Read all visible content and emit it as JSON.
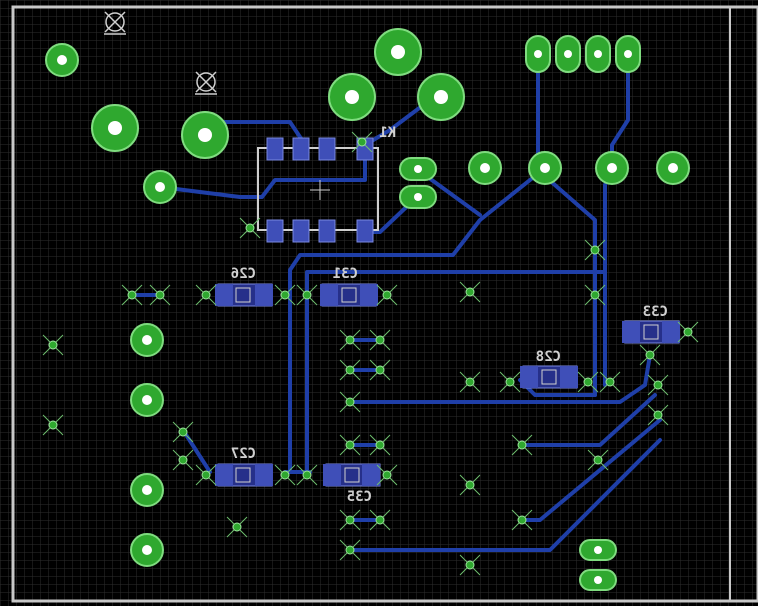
{
  "view": {
    "background": "#000000",
    "grid_color": "#3a3a3a",
    "outline_color": "#c8c8c8"
  },
  "colors": {
    "pad_fill": "#2fa82f",
    "pad_ring": "#7fdc7f",
    "pad_hole": "#ffffff",
    "trace": "#1f3fa8",
    "smd_pad": "#3f4fb8",
    "via": "#7fdc7f",
    "silk": "#d0d0d0"
  },
  "parts": [
    {
      "ref": "K1",
      "type": "relay"
    },
    {
      "ref": "C26",
      "type": "capacitor-smd"
    },
    {
      "ref": "C31",
      "type": "capacitor-smd"
    },
    {
      "ref": "C27",
      "type": "capacitor-smd"
    },
    {
      "ref": "C35",
      "type": "capacitor-smd"
    },
    {
      "ref": "C28",
      "type": "capacitor-smd"
    },
    {
      "ref": "C33",
      "type": "capacitor-smd"
    }
  ],
  "labels": {
    "k1": "K1",
    "c26": "C26",
    "c31": "C31",
    "c27": "C27",
    "c35": "C35",
    "c28": "C28",
    "c33": "C33"
  },
  "icons": {
    "fiducial": "crosshair-circle-icon",
    "pad": "round-pad-icon",
    "via": "via-cross-icon"
  }
}
